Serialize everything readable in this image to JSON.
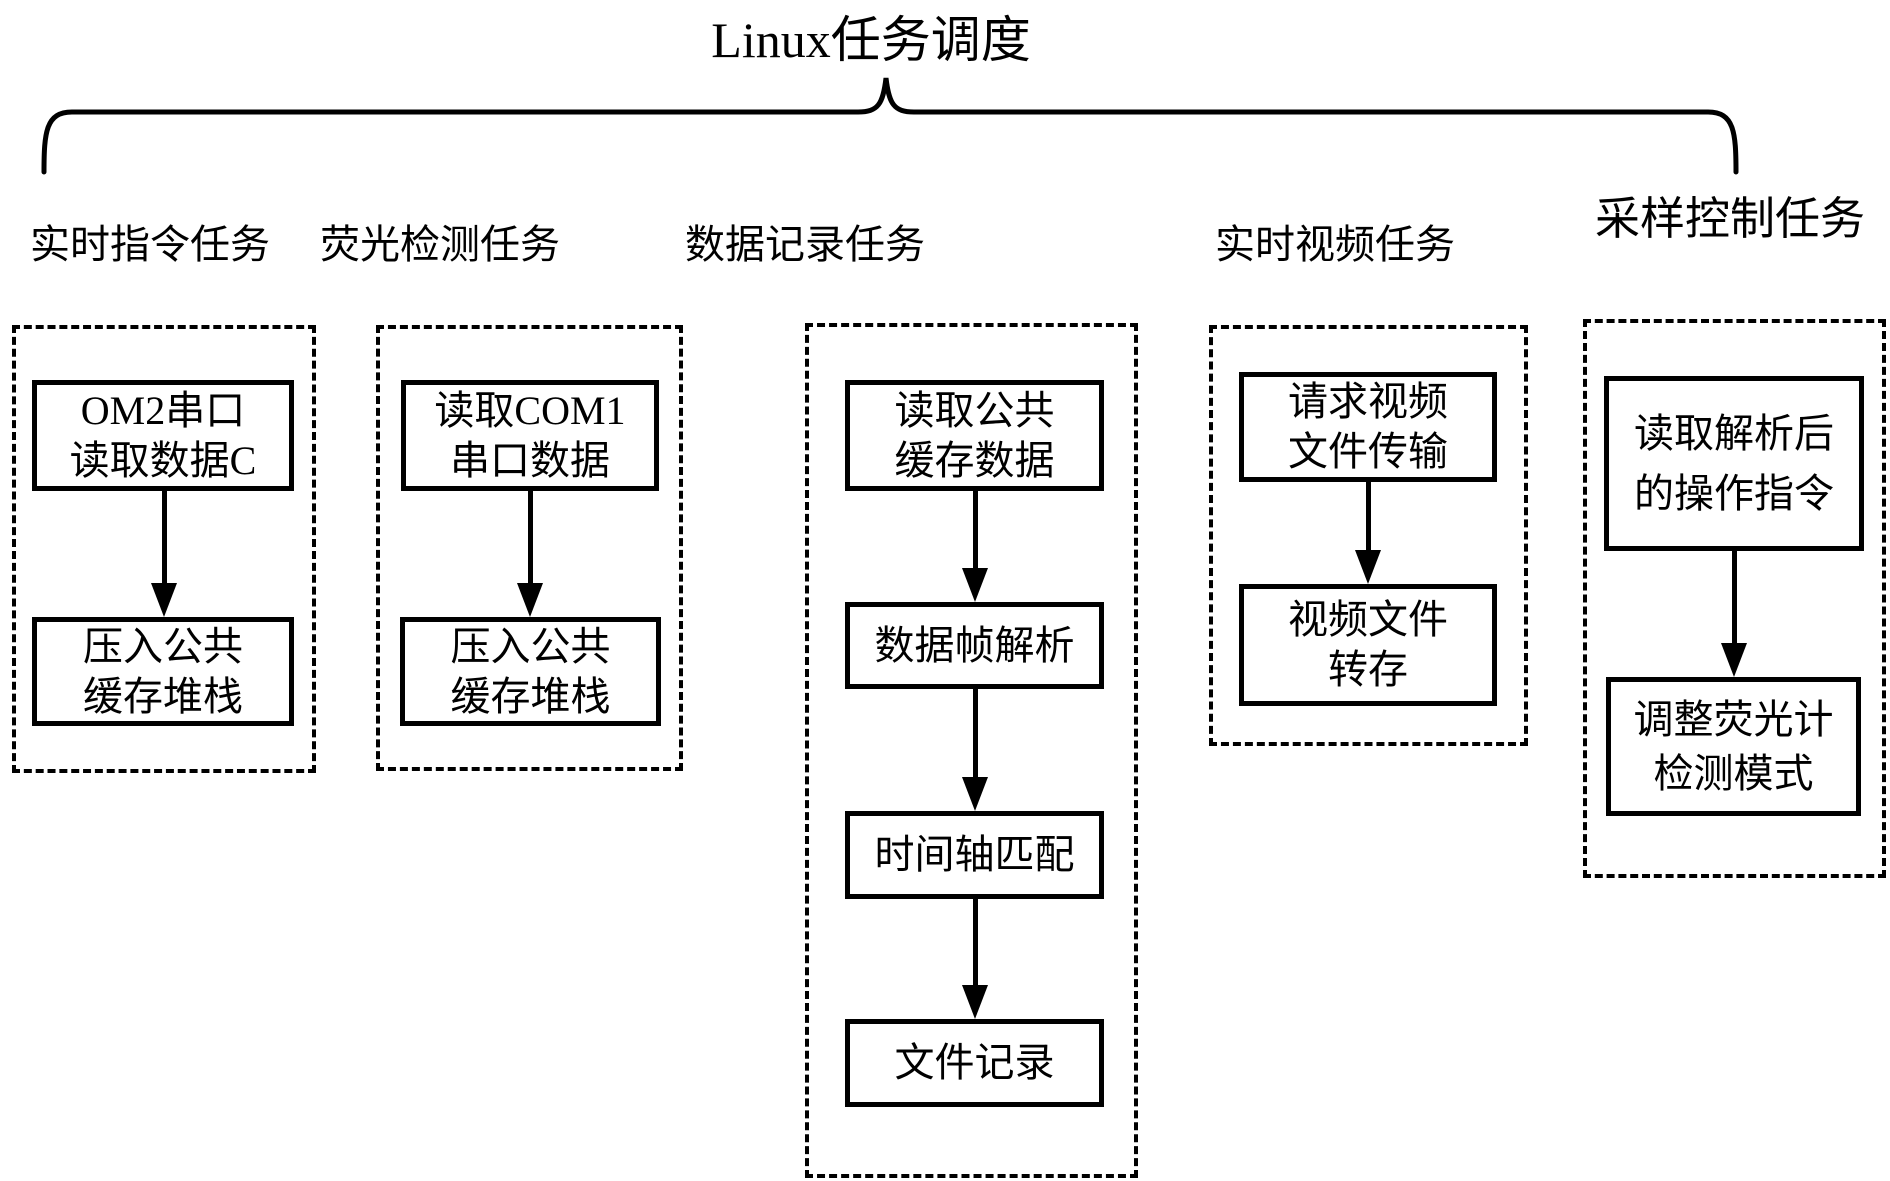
{
  "title": "Linux任务调度",
  "colors": {
    "ink": "#000000",
    "background": "#ffffff"
  },
  "columns": [
    {
      "header": "实时指令任务",
      "steps": [
        {
          "lines": [
            "OM2串口",
            "读取数据C"
          ]
        },
        {
          "lines": [
            "压入公共",
            "缓存堆栈"
          ]
        }
      ]
    },
    {
      "header": "荧光检测任务",
      "steps": [
        {
          "lines": [
            "读取COM1",
            "串口数据"
          ]
        },
        {
          "lines": [
            "压入公共",
            "缓存堆栈"
          ]
        }
      ]
    },
    {
      "header": "数据记录任务",
      "steps": [
        {
          "lines": [
            "读取公共",
            "缓存数据"
          ]
        },
        {
          "lines": [
            "数据帧解析"
          ]
        },
        {
          "lines": [
            "时间轴匹配"
          ]
        },
        {
          "lines": [
            "文件记录"
          ]
        }
      ]
    },
    {
      "header": "实时视频任务",
      "steps": [
        {
          "lines": [
            "请求视频",
            "文件传输"
          ]
        },
        {
          "lines": [
            "视频文件",
            "转存"
          ]
        }
      ]
    },
    {
      "header": "采样控制任务",
      "steps": [
        {
          "lines": [
            "读取解析后",
            "的操作指令"
          ]
        },
        {
          "lines": [
            "调整荧光计",
            "检测模式"
          ]
        }
      ]
    }
  ]
}
